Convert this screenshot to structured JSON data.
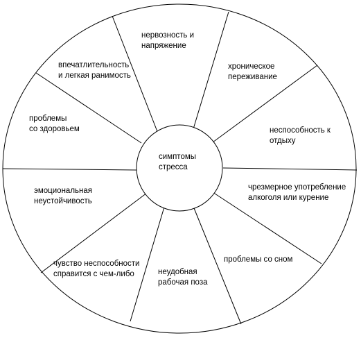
{
  "center": {
    "lines": [
      "симптомы",
      "стресса"
    ]
  },
  "segments": [
    {
      "lines": [
        "нервозность и",
        "напряжение"
      ]
    },
    {
      "lines": [
        "хроническое",
        "переживание"
      ]
    },
    {
      "lines": [
        "неспособность к",
        "отдыху"
      ]
    },
    {
      "lines": [
        "чрезмерное употребление",
        "алкоголя или курение"
      ]
    },
    {
      "lines": [
        "проблемы со сном"
      ]
    },
    {
      "lines": [
        "неудобная",
        "рабочая поза"
      ]
    },
    {
      "lines": [
        "чувство неспособности",
        "справится с чем-либо"
      ]
    },
    {
      "lines": [
        "эмоциональная",
        "неустойчивость"
      ]
    },
    {
      "lines": [
        "проблемы",
        "со здоровьем"
      ]
    },
    {
      "lines": [
        "впечатлительность",
        "и легкая ранимость"
      ]
    }
  ],
  "colors": {
    "stroke": "#000000",
    "background": "#ffffff",
    "text": "#000000"
  }
}
